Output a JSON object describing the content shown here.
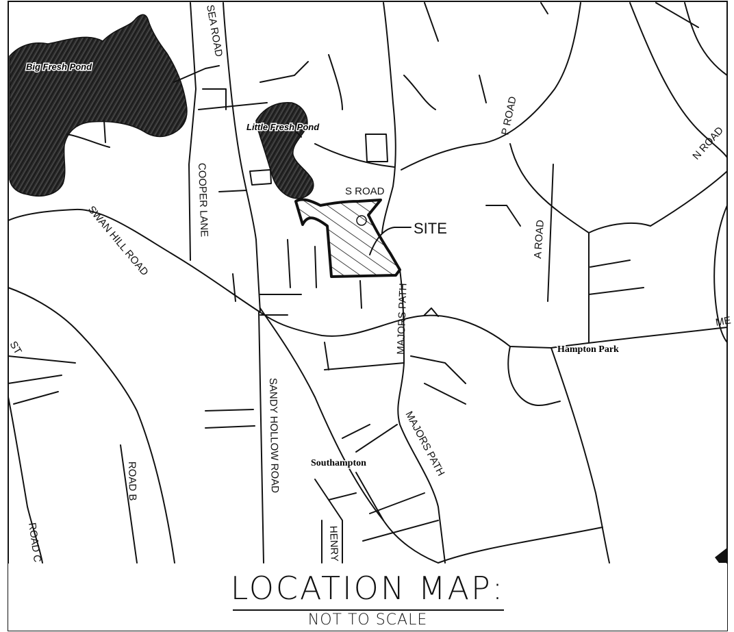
{
  "map": {
    "title": "LOCATION MAP:",
    "scale_note": "NOT TO SCALE",
    "site_label": "SITE",
    "water_bodies": [
      "Big Fresh Pond",
      "Little Fresh Pond"
    ],
    "places": [
      "Hampton Park",
      "Southampton"
    ],
    "roads": [
      "SEA ROAD",
      "COOPER LANE",
      "SWAN HILL ROAD",
      "S ROAD",
      "P ROAD",
      "N ROAD",
      "A ROAD",
      "MAJORS PATH",
      "MAJORS PATH",
      "SANDY HOLLOW ROAD",
      "ROAD B",
      "ROAD C",
      "HENRY",
      "ST",
      "ME"
    ]
  }
}
